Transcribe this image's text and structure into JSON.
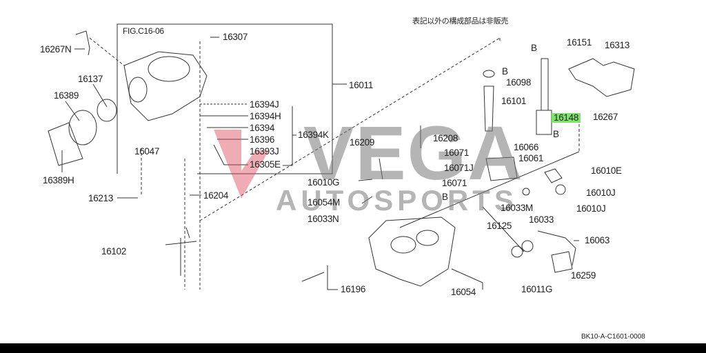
{
  "diagram": {
    "figure_ref": "FIG.C16-06",
    "header_note": "表記以外の構成部品は非販売",
    "drawing_code": "BK10-A-C1601-0008",
    "watermark": {
      "line1": "VEGA",
      "line2": "AUTOSPORTS"
    },
    "highlight_color": "#7ee36a",
    "labels": [
      "16267N",
      "16307",
      "16137",
      "16389",
      "16011",
      "16394J",
      "16394H",
      "16394",
      "16394K",
      "16396",
      "16393J",
      "16305E",
      "16047",
      "16389H",
      "16213",
      "16204",
      "16102",
      "16151",
      "16313",
      "B",
      "B",
      "16098",
      "16101",
      "16148",
      "16267",
      "B",
      "16208",
      "16209",
      "16066",
      "16071",
      "16061",
      "16071J",
      "16010E",
      "16010G",
      "16071",
      "16010J",
      "B",
      "16054M",
      "16033M",
      "16010J",
      "16033N",
      "16033",
      "16125",
      "16063",
      "16259",
      "16196",
      "16054",
      "16011G"
    ]
  }
}
